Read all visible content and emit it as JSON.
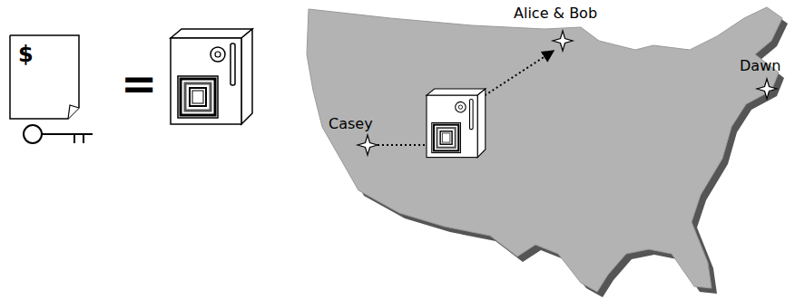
{
  "diagram": {
    "nodes": [
      {
        "text": [
          "$"
        ]
      }
    ],
    "labels": [
      "=",
      "Alice & Bob",
      "Casey",
      "Dawn"
    ]
  }
}
